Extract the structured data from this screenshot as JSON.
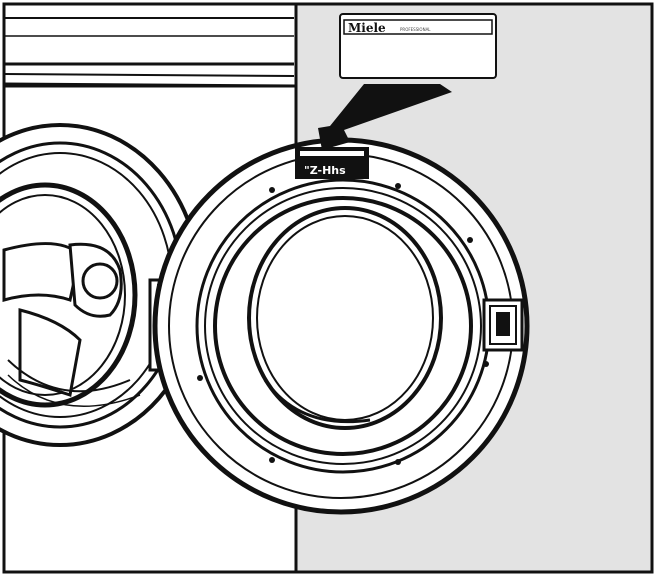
{
  "label": {
    "brand": "Miele",
    "subline": "PROFESSIONAL"
  },
  "data_plate": {
    "text": "\"Z-Hhs"
  },
  "colors": {
    "line": "#111111",
    "cabinet_right": "#e3e3e3",
    "background": "#ffffff"
  }
}
